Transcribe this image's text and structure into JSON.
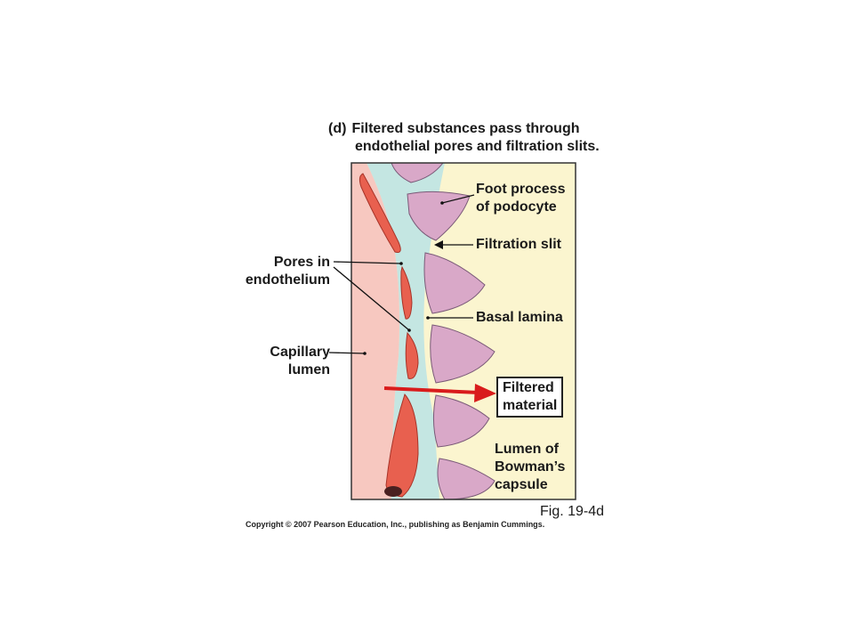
{
  "title": {
    "tag": "(d)",
    "line1": "Filtered substances pass through",
    "line2": "endothelial pores and filtration slits."
  },
  "labels": {
    "foot_process": [
      "Foot process",
      "of podocyte"
    ],
    "filtration_slit": "Filtration slit",
    "pores": [
      "Pores in",
      "endothelium"
    ],
    "basal_lamina": "Basal lamina",
    "capillary_lumen": [
      "Capillary",
      "lumen"
    ],
    "filtered_material": [
      "Filtered",
      "material"
    ],
    "bowman_lumen": [
      "Lumen of",
      "Bowman’s",
      "capsule"
    ]
  },
  "figure_number": "Fig. 19-4d",
  "copyright": "Copyright © 2007 Pearson Education, Inc., publishing as Benjamin Cummings.",
  "colors": {
    "capillary": "#f7c8c0",
    "endothelium": "#e8604f",
    "basal_lamina": "#c4e6e2",
    "bowman": "#fbf5cf",
    "podocyte": "#d9a8c8",
    "arrow": "#d91c1c"
  }
}
